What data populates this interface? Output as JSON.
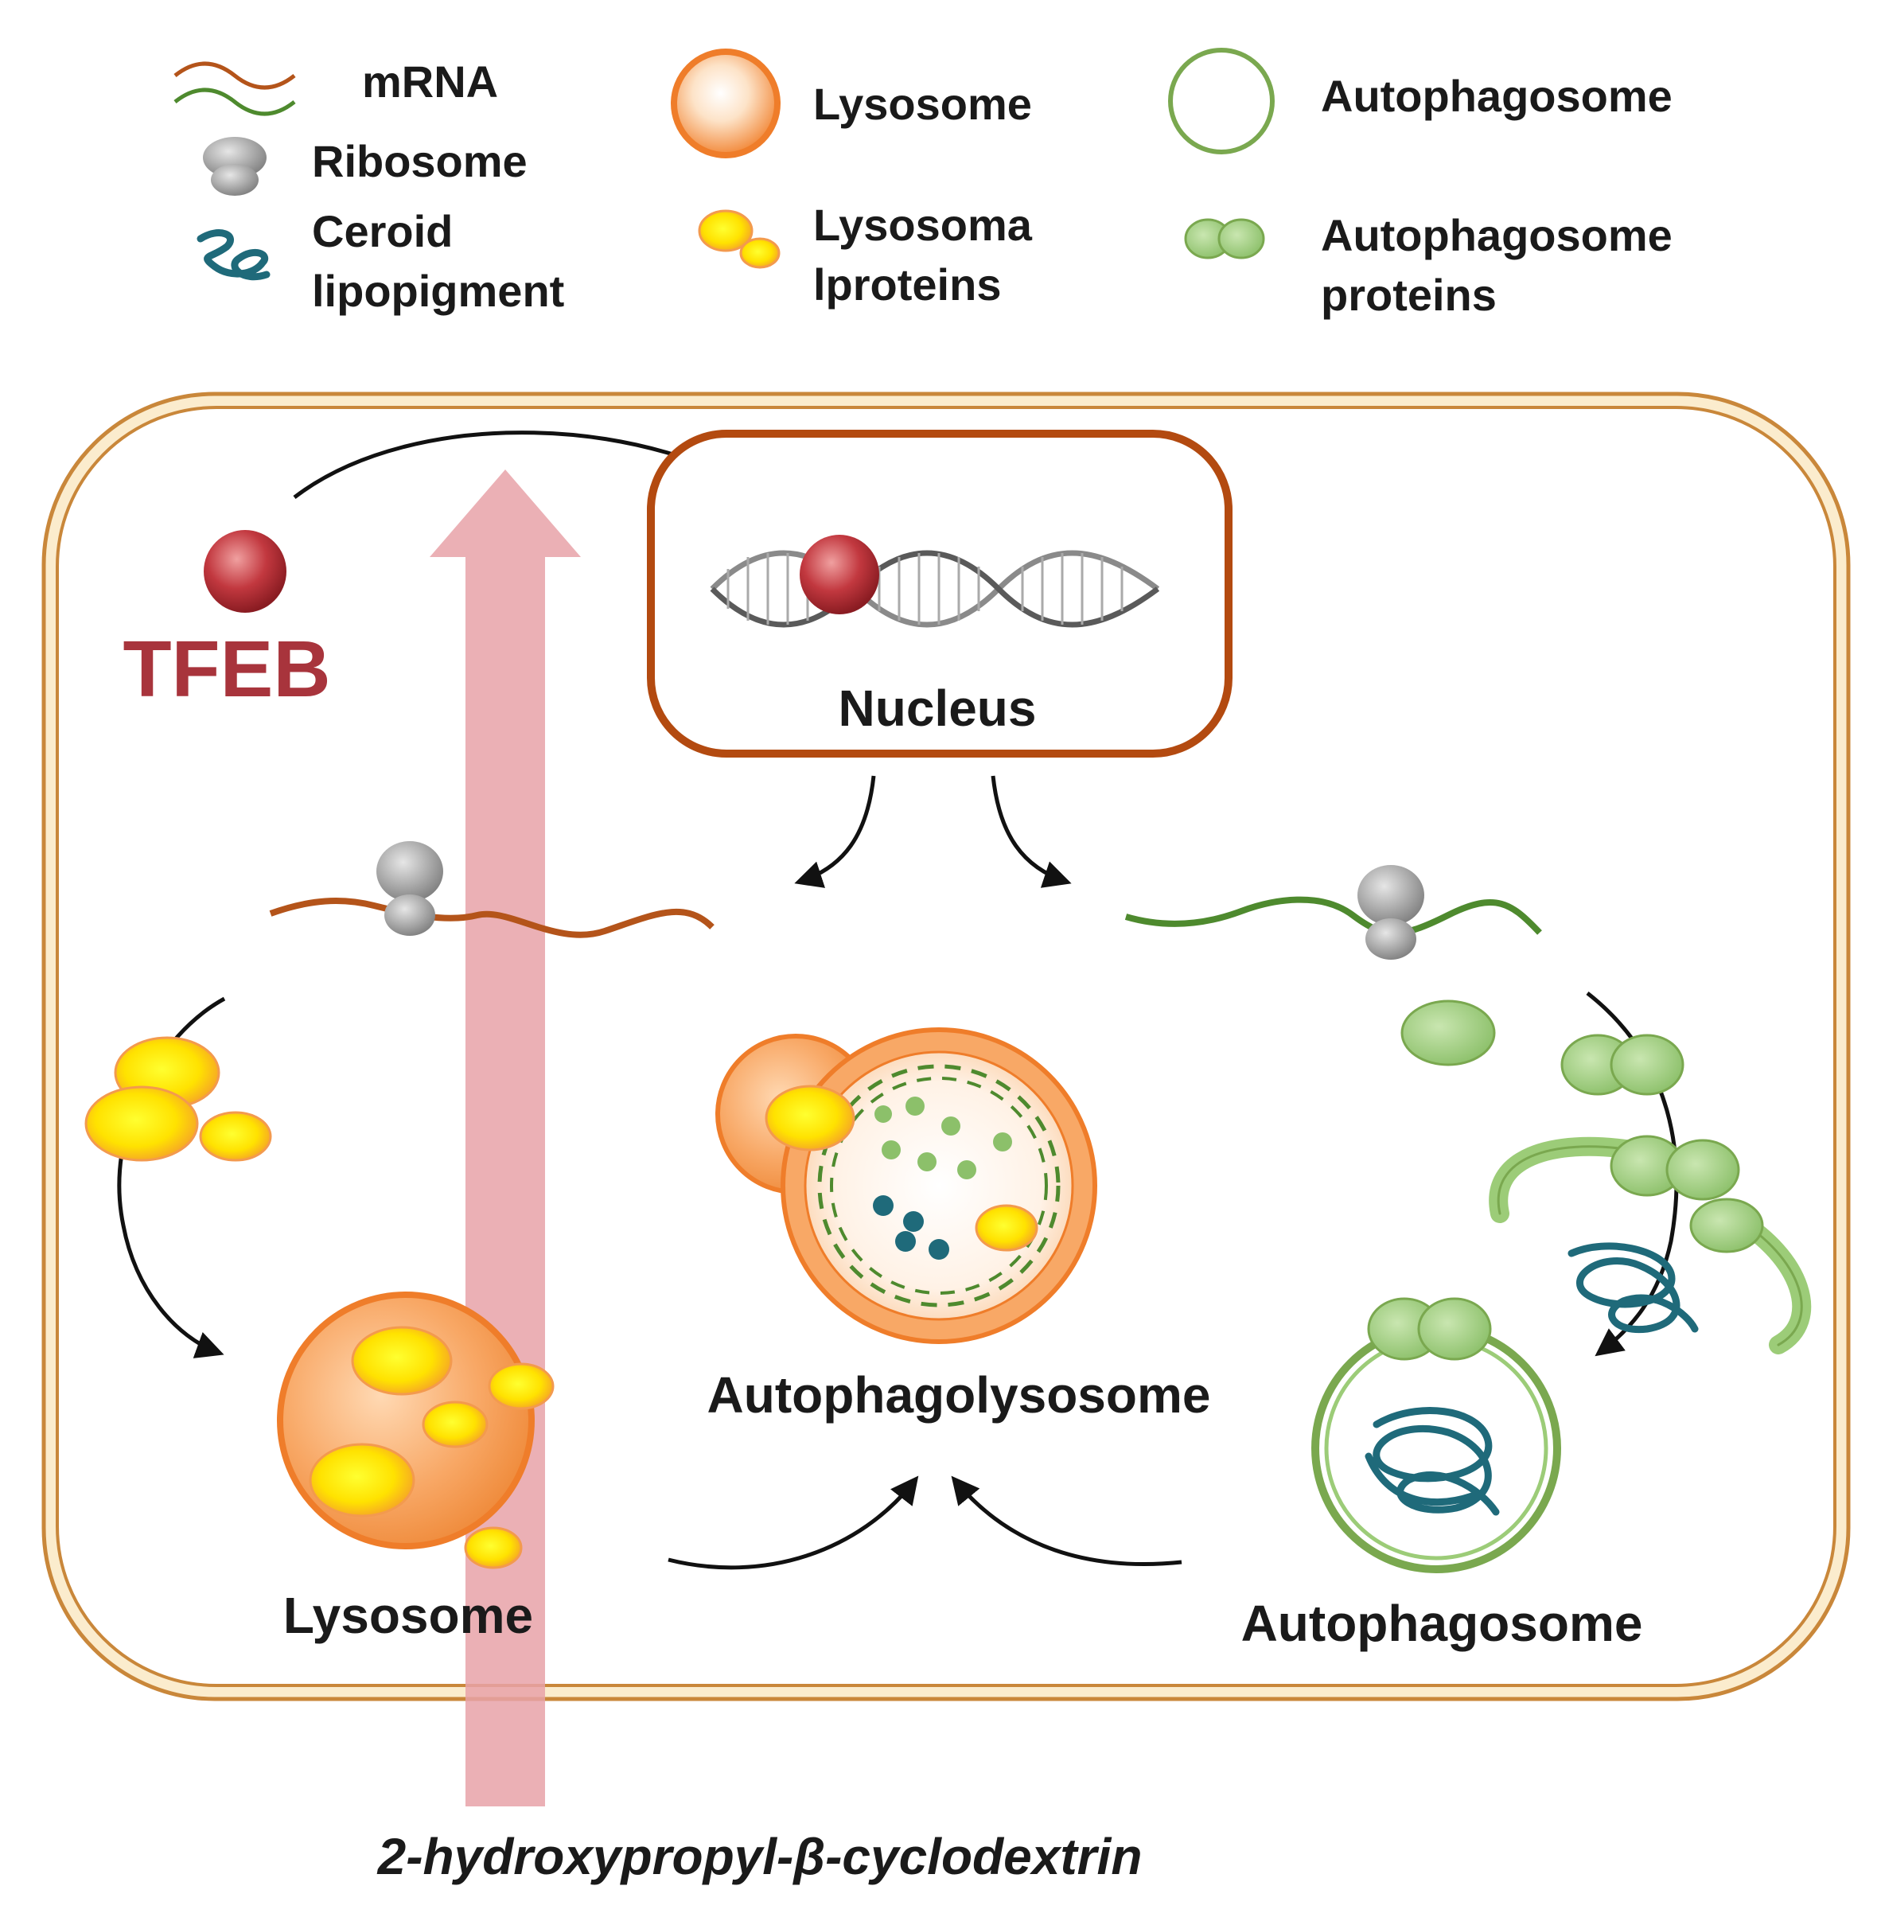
{
  "legend": {
    "mrna": "mRNA",
    "ribosome": "Ribosome",
    "ceroid_line1": "Ceroid",
    "ceroid_line2": "lipopigment",
    "lysosome": "Lysosome",
    "lysosomal_proteins_line1": "Lysosoma",
    "lysosomal_proteins_line2": "lproteins",
    "autophagosome": "Autophagosome",
    "autophagosome_proteins_line1": "Autophagosome",
    "autophagosome_proteins_line2": "proteins"
  },
  "cell": {
    "tfeb": "TFEB",
    "nucleus": "Nucleus",
    "autophagolysosome": "Autophagolysosome",
    "lysosome": "Lysosome",
    "autophagosome": "Autophagosome"
  },
  "drug": "2-hydroxypropyl-β-cyclodextrin",
  "colors": {
    "cell_membrane": "#d9b26a",
    "nucleus_border": "#b34a10",
    "tfeb": "#a8343c",
    "lysosome_orange": "#f39a4e",
    "lysosomal_protein_yellow": "#ffe200",
    "autophagosome_green": "#9ccc78",
    "ceroid_teal": "#1f6a7a",
    "mrna_brown": "#b4541a",
    "mrna_green": "#4e8a2e",
    "drug_arrow": "#e8a2a8"
  }
}
